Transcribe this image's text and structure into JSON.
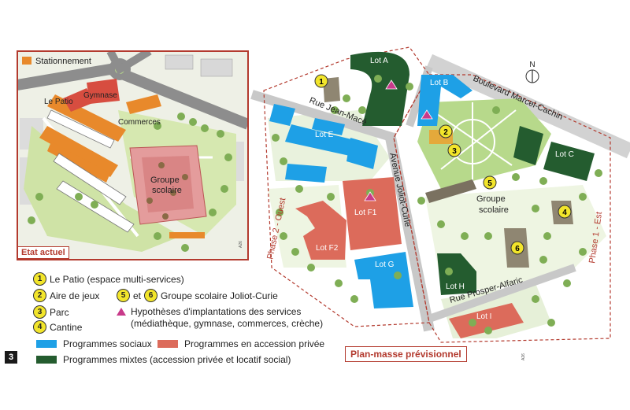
{
  "inset": {
    "title": "Etat actuel",
    "legend_parking": "Stationnement",
    "labels": {
      "patio": "Le Patio",
      "gymnase": "Gymnase",
      "commerces": "Commerces",
      "groupe_scolaire_1": "Groupe",
      "groupe_scolaire_2": "scolaire"
    },
    "credit": "A26"
  },
  "plan": {
    "title": "Plan-masse prévisionnel",
    "north": "N",
    "credit": "A26",
    "streets": {
      "cachin": "Boulevard Marcel-Cachin",
      "jean_mace": "Rue Jean-Macé",
      "joliot": "Avenue Joliot-Curie",
      "prosper": "Rue Prosper-Alfaric"
    },
    "phases": {
      "ouest": "Phase 2 - Ouest",
      "est": "Phase 1 - Est"
    },
    "lots": {
      "a": "Lot A",
      "b": "Lot B",
      "c": "Lot C",
      "e": "Lot E",
      "f1": "Lot F1",
      "f2": "Lot F2",
      "g": "Lot G",
      "h": "Lot H",
      "i": "Lot I"
    },
    "groupe_scolaire_1": "Groupe",
    "groupe_scolaire_2": "scolaire",
    "markers": [
      "1",
      "2",
      "3",
      "4",
      "5",
      "6"
    ]
  },
  "legend": {
    "items": [
      {
        "num": "1",
        "label": "Le Patio (espace multi-services)"
      },
      {
        "num": "2",
        "label": "Aire de jeux"
      },
      {
        "num": "3",
        "label": "Parc"
      },
      {
        "num": "4",
        "label": "Cantine"
      }
    ],
    "school_prefix": "5",
    "school_and": "et",
    "school_num": "6",
    "school_label": "Groupe scolaire Joliot-Curie",
    "services_line1": "Hypothèses d'implantations des services",
    "services_line2": "(médiathèque, gymnase, commerces, crèche)",
    "sociaux": "Programmes sociaux",
    "privee": "Programmes en accession privée",
    "mixtes": "Programmes mixtes (accession privée et locatif social)",
    "figure_number": "3"
  },
  "colors": {
    "sociaux": "#1ea0e6",
    "privee": "#dc6b5b",
    "mixtes": "#245c2f",
    "parking": "#e8892b",
    "marker": "#f2e52b",
    "services": "#c83a8a",
    "frame": "#b33a2e",
    "road": "#b8b8b8",
    "park": "#b7d98b"
  }
}
